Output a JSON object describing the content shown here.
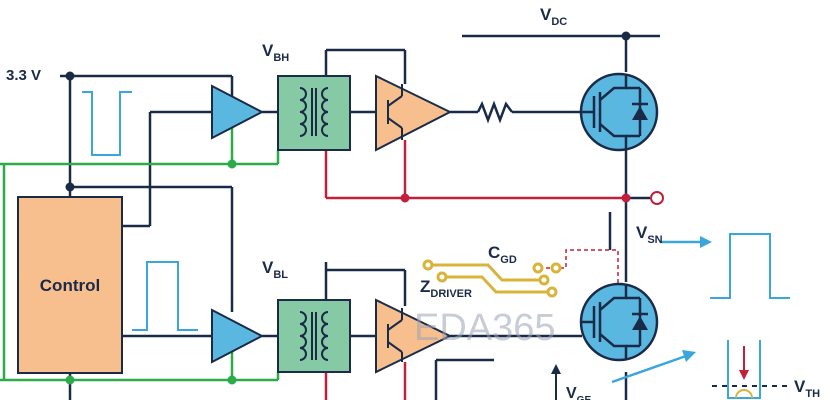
{
  "labels": {
    "supply": "3.3 V",
    "vdc": "V",
    "vdc_sub": "DC",
    "vbh": "V",
    "vbh_sub": "BH",
    "vbl": "V",
    "vbl_sub": "BL",
    "control": "Control",
    "vsn": "V",
    "vsn_sub": "SN",
    "cgd": "C",
    "cgd_sub": "GD",
    "zdriver": "Z",
    "zdriver_sub": "DRIVER",
    "vth": "V",
    "vth_sub": "TH",
    "vgs_partial": "V",
    "vgs_sub_partial": "GE"
  },
  "watermark": "EDA365",
  "colors": {
    "wire_dark": "#1a2b48",
    "wire_green": "#2daa4a",
    "wire_red": "#c0203a",
    "control_fill": "#f6bf8d",
    "buffer_fill": "#5ab8e0",
    "isolator_fill": "#86c9a5",
    "driver_fill": "#f6bf8d",
    "transistor_fill": "#5ab8e0",
    "waveform": "#3aa6db",
    "pcb_trace": "#d8b43a"
  },
  "icons": [
    "buffer-icon",
    "transformer-isolator-icon",
    "gate-driver-icon",
    "igbt-icon",
    "resistor-icon",
    "pulse-waveform-icon",
    "arrow-icon"
  ]
}
